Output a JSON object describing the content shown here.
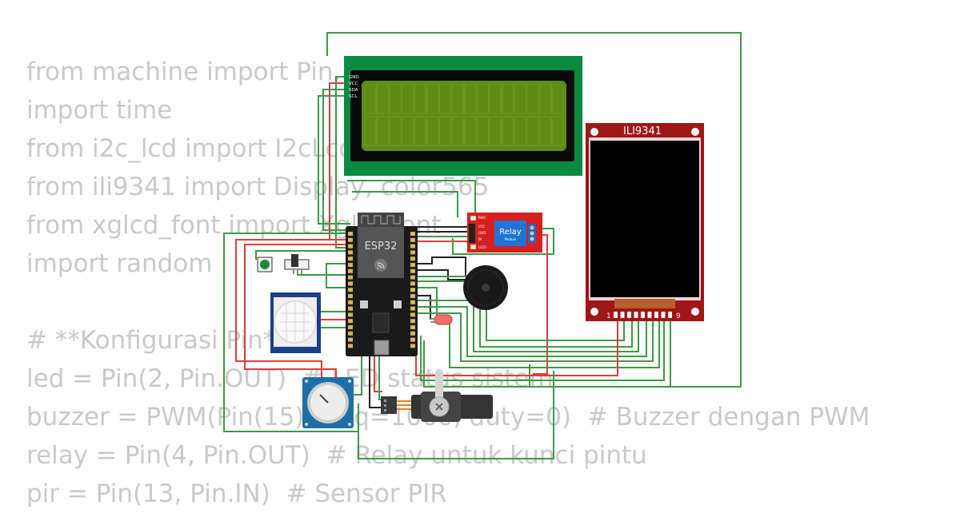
{
  "code_lines": [
    "from machine import Pin, I2C, PWM",
    "import time",
    "from i2c_lcd import I2cLcd",
    "from ili9341 import Display, color565",
    "from xglcd_font import XglcdFont",
    "import random",
    "",
    "# **Konfigurasi Pin**",
    "led = Pin(2, Pin.OUT)  # LED status sistem",
    "buzzer = PWM(Pin(15), freq=1000, duty=0)  # Buzzer dengan PWM",
    "relay = Pin(4, Pin.OUT)  # Relay untuk kunci pintu",
    "pir = Pin(13, Pin.IN)  # Sensor PIR"
  ],
  "components": {
    "lcd": {
      "pins": [
        "GND",
        "VCC",
        "SDA",
        "SCL"
      ]
    },
    "esp32": {
      "label": "ESP32"
    },
    "relay": {
      "label": "Relay",
      "sublabel": "Module",
      "pins": [
        "PWR",
        "VCC",
        "GND",
        "IN",
        "LED1"
      ]
    },
    "tft": {
      "title": "ILI9341",
      "pin_start": "1",
      "pin_end": "9"
    }
  },
  "colors": {
    "wire_green": "#3d9a44",
    "wire_red": "#e33b3b",
    "wire_black": "#222222",
    "lcd_pcb": "#0c8a43",
    "lcd_screen": "#5e8c16",
    "tft_pcb": "#a11616",
    "relay_pcb": "#d61f1f",
    "relay_block": "#1f74d6",
    "pir_pcb": "#1c3f86",
    "pot_pcb": "#1d6fa8",
    "servo_body": "#333333",
    "esp32_module": "#555555"
  },
  "icons": [
    "espressif-logo-icon",
    "servo-horn-icon",
    "buzzer-icon",
    "led-icon",
    "pushbutton-icon",
    "slide-switch-icon"
  ]
}
